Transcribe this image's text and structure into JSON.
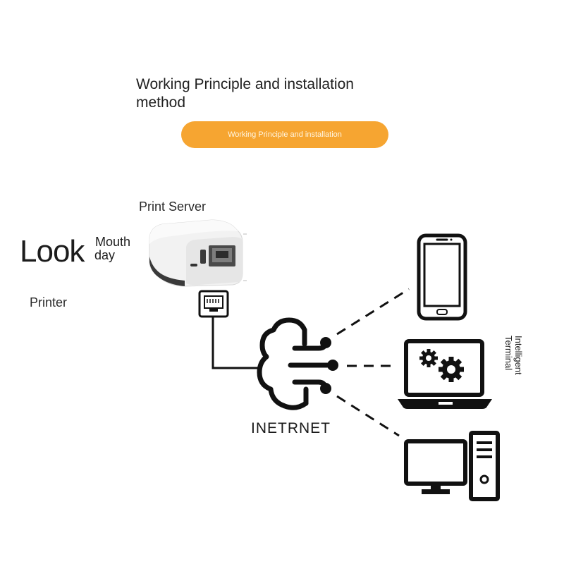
{
  "heading": "Working Principle and installation method",
  "pill_label": "Working Principle and installation",
  "print_server_label": "Print Server",
  "printer_label": "Printer",
  "look_word": "Look",
  "mouth_word": "Mouth",
  "day_word": "day",
  "internet_label": "INETRNET",
  "terminal_label_line1": "Intelligent",
  "terminal_label_line2": "Terminal",
  "colors": {
    "accent": "#f6a531",
    "line": "#111111"
  },
  "icons": [
    "print-server-device-icon",
    "rj45-port-icon",
    "cloud-network-icon",
    "smartphone-icon",
    "laptop-icon",
    "desktop-computer-icon"
  ]
}
